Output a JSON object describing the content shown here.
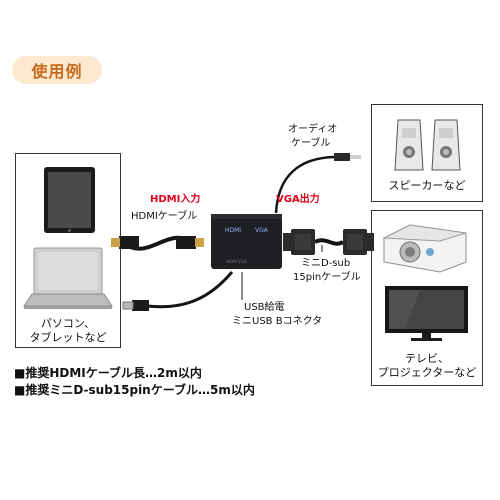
{
  "section_badge": "使用例",
  "labels": {
    "hdmi_input": "HDMI入力",
    "hdmi_cable": "HDMIケーブル",
    "vga_output": "VGA出力",
    "audio_cable_1": "オーディオ",
    "audio_cable_2": "ケーブル",
    "mini_dsub_1": "ミニD-sub",
    "mini_dsub_2": "15pinケーブル",
    "usb_power_1": "USB給電",
    "usb_power_2": "ミニUSB Bコネクタ"
  },
  "devices": {
    "pc": {
      "caption_1": "パソコン、",
      "caption_2": "タブレットなど"
    },
    "speaker": {
      "caption": "スピーカーなど"
    },
    "display": {
      "caption_1": "テレビ、",
      "caption_2": "プロジェクターなど"
    }
  },
  "converter": {
    "label_hdmi": "HDMI",
    "label_vga": "VGA"
  },
  "notes": [
    "■推奨HDMIケーブル長…2m以内",
    "■推奨ミニD-sub15pinケーブル…5m以内"
  ]
}
